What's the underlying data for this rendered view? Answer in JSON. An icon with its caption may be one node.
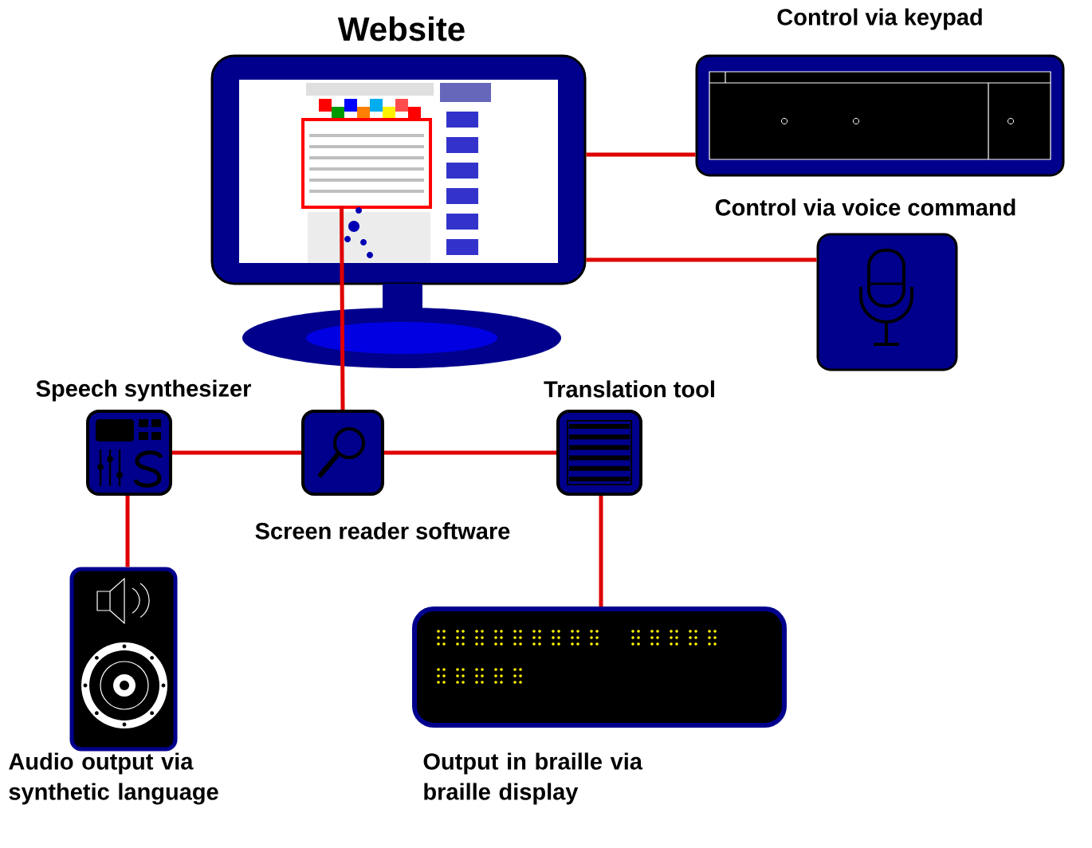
{
  "diagram": {
    "nodes": [
      {
        "text": [
          "Website"
        ]
      },
      {
        "text": [
          "Control via keypad"
        ]
      },
      {
        "text": [
          "Control via voice command"
        ]
      },
      {
        "text": [
          "Speech synthesizer"
        ]
      },
      {
        "text": [
          "Screen reader software"
        ]
      },
      {
        "text": [
          "Translation tool"
        ]
      },
      {
        "text": [
          "Audio output via synthetic language"
        ]
      },
      {
        "text": [
          "Output in braille via braille display"
        ]
      }
    ],
    "edges": [
      {
        "from": 0,
        "to": 1,
        "arrow": "none"
      },
      {
        "from": 0,
        "to": 2,
        "arrow": "none"
      },
      {
        "from": 0,
        "to": 4,
        "arrow": "none"
      },
      {
        "from": 3,
        "to": 4,
        "arrow": "none"
      },
      {
        "from": 4,
        "to": 5,
        "arrow": "none"
      },
      {
        "from": 3,
        "to": 6,
        "arrow": "none"
      },
      {
        "from": 5,
        "to": 7,
        "arrow": "none"
      }
    ]
  }
}
